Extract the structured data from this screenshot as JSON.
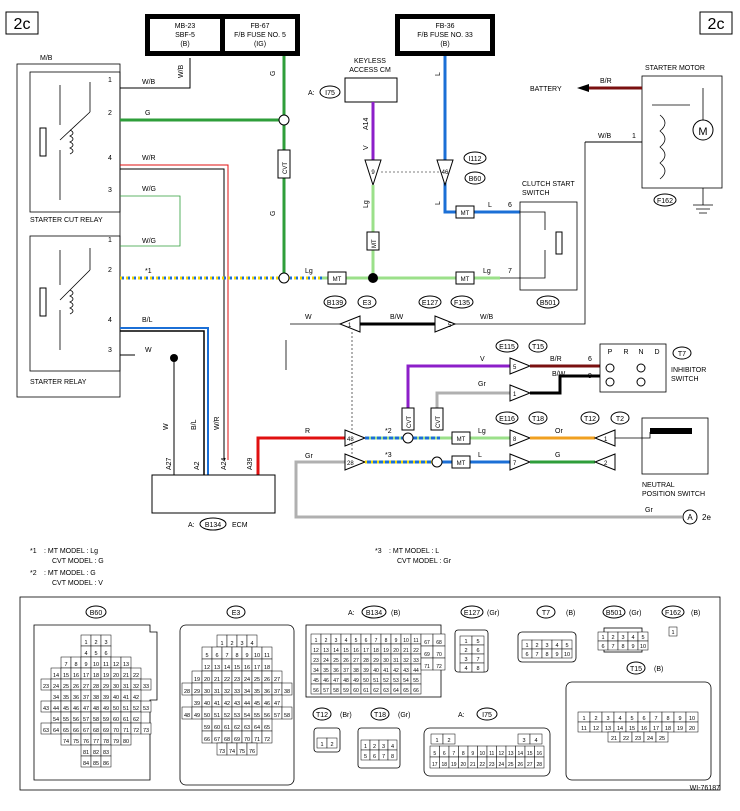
{
  "page": {
    "tag_left": "2c",
    "tag_right": "2c",
    "ref_code": "WI-76187"
  },
  "colors": {
    "green": "#2e9e3a",
    "blue": "#1b6fd6",
    "violet": "#8c1fc9",
    "light_green": "#9be08a",
    "red": "#e01010",
    "orange": "#f0a020",
    "gray": "#b0b0b0",
    "dark_red": "#7a1010",
    "yellow": "#f2d600"
  },
  "fuses": {
    "mb23": {
      "line1": "MB-23",
      "line2": "SBF-5",
      "line3": "(B)"
    },
    "fb67": {
      "line1": "FB-67",
      "line2": "F/B FUSE NO. 5",
      "line3": "(IG)"
    },
    "fb36": {
      "line1": "FB-36",
      "line2": "F/B FUSE NO. 33",
      "line3": "(B)"
    }
  },
  "components": {
    "mb": "M/B",
    "starter_cut_relay": "STARTER CUT RELAY",
    "starter_relay": "STARTER RELAY",
    "keyless_line1": "KEYLESS",
    "keyless_line2": "ACCESS CM",
    "clutch_line1": "CLUTCH START",
    "clutch_line2": "SWITCH",
    "starter_motor": "STARTER MOTOR",
    "battery": "BATTERY",
    "inhibitor_line1": "INHIBITOR",
    "inhibitor_line2": "SWITCH",
    "neutral_line1": "NEUTRAL",
    "neutral_line2": "POSITION SWITCH",
    "ecm": "ECM",
    "motor_symbol": "M"
  },
  "connectors": {
    "i75_prefix": "A:",
    "i75": "I75",
    "i112": "I112",
    "b60": "B60",
    "b501": "B501",
    "f162": "F162",
    "b139": "B139",
    "e3": "E3",
    "e127": "E127",
    "f135": "F135",
    "e115": "E115",
    "t15": "T15",
    "t7": "T7",
    "e116": "E116",
    "t18": "T18",
    "t12": "T12",
    "t2": "T2",
    "b134_prefix": "A:",
    "b134": "B134",
    "ecm_suffix": "ECM",
    "a_circle": "A",
    "a_suffix": "2e"
  },
  "wire_labels": {
    "wb": "W/B",
    "g": "G",
    "wr": "W/R",
    "wg": "W/G",
    "bl": "B/L",
    "w": "W",
    "lg": "Lg",
    "l": "L",
    "v": "V",
    "br": "B/R",
    "bw": "B/W",
    "gr": "Gr",
    "r": "R",
    "or": "Or",
    "mt": "MT",
    "cvt": "CVT",
    "a14": "A14",
    "a27": "A27",
    "a2": "A2",
    "a24": "A24",
    "a39": "A39",
    "star1": "*1",
    "star2": "*2",
    "star3": "*3"
  },
  "pins": {
    "mb1": "1",
    "mb2": "2",
    "mb4": "4",
    "mb3": "3",
    "sr1": "1",
    "sr2": "2",
    "sr4": "4",
    "sr3": "3",
    "p9": "9",
    "p46": "46",
    "c6": "6",
    "c7": "7",
    "e3_1": "1",
    "e3_5": "5",
    "t15_5": "5",
    "t15_1": "1",
    "t15_8": "8",
    "t15_7": "7",
    "t7_6": "6",
    "t7_9": "9",
    "e116_48": "48",
    "e116_28": "28",
    "t12_1": "1",
    "t12_2": "2",
    "sm1": "1"
  },
  "inhibitor_positions": [
    "P",
    "R",
    "N",
    "D"
  ],
  "notes": [
    {
      "mark": "*1",
      "line1": ": MT MODEL : Lg",
      "line2": "CVT MODEL : G"
    },
    {
      "mark": "*2",
      "line1": ": MT MODEL : G",
      "line2": "CVT MODEL : V"
    },
    {
      "mark": "*3",
      "line1": ": MT MODEL : L",
      "line2": "CVT MODEL : Gr"
    }
  ],
  "legend_titles": {
    "b60": "B60",
    "e3": "E3",
    "b134_prefix": "A:",
    "b134": "B134",
    "b134_suffix": "(B)",
    "e127": "E127",
    "e127_suffix": "(Gr)",
    "t7": "T7",
    "t7_suffix": "(B)",
    "b501": "B501",
    "b501_suffix": "(Gr)",
    "f162": "F162",
    "f162_suffix": "(B)",
    "t15": "T15",
    "t15_suffix": "(B)",
    "t12": "T12",
    "t12_suffix": "(Br)",
    "t18": "T18",
    "t18_suffix": "(Gr)",
    "i75_prefix": "A:",
    "i75": "I75"
  },
  "b60_rows": [
    [
      "1",
      "2",
      "3"
    ],
    [
      "4",
      "5",
      "6"
    ],
    [
      "7",
      "8",
      "9",
      "10",
      "11",
      "12",
      "13"
    ],
    [
      "14",
      "15",
      "16",
      "17",
      "18",
      "19",
      "20",
      "21",
      "22"
    ],
    [
      "23",
      "24",
      "25",
      "26",
      "27",
      "28",
      "29",
      "30",
      "31",
      "32",
      "33"
    ],
    [
      "34",
      "35",
      "36",
      "37",
      "38",
      "39",
      "40",
      "41",
      "42"
    ],
    [
      "43",
      "44",
      "45",
      "46",
      "47",
      "48",
      "49",
      "50",
      "51",
      "52",
      "53"
    ],
    [
      "54",
      "55",
      "56",
      "57",
      "58",
      "59",
      "60",
      "61",
      "62"
    ],
    [
      "63",
      "64",
      "65",
      "66",
      "67",
      "68",
      "69",
      "70",
      "71",
      "72",
      "73"
    ],
    [
      "74",
      "75",
      "76",
      "77",
      "78",
      "79",
      "80"
    ],
    [
      "81",
      "82",
      "83"
    ],
    [
      "84",
      "85",
      "86"
    ]
  ],
  "e3_rows": [
    [
      "1",
      "2",
      "3",
      "4"
    ],
    [
      "5",
      "6",
      "7",
      "8",
      "9",
      "10",
      "11"
    ],
    [
      "12",
      "13",
      "14",
      "15",
      "16",
      "17",
      "18"
    ],
    [
      "19",
      "20",
      "21",
      "22",
      "23",
      "24",
      "25",
      "26",
      "27"
    ],
    [
      "28",
      "29",
      "30",
      "31",
      "32",
      "33",
      "34",
      "35",
      "36",
      "37",
      "38"
    ],
    [
      "39",
      "40",
      "41",
      "42",
      "43",
      "44",
      "45",
      "46",
      "47"
    ],
    [
      "48",
      "49",
      "50",
      "51",
      "52",
      "53",
      "54",
      "55",
      "56",
      "57",
      "58"
    ],
    [
      "59",
      "60",
      "61",
      "62",
      "63",
      "64",
      "65"
    ],
    [
      "66",
      "67",
      "68",
      "69",
      "70",
      "71",
      "72"
    ],
    [
      "73",
      "74",
      "75",
      "76"
    ]
  ],
  "b134_rows": [
    [
      "1",
      "2",
      "3",
      "4",
      "5",
      "6",
      "7",
      "8",
      "9",
      "10",
      "11"
    ],
    [
      "12",
      "13",
      "14",
      "15",
      "16",
      "17",
      "18",
      "19",
      "20",
      "21",
      "22"
    ],
    [
      "23",
      "24",
      "25",
      "26",
      "27",
      "28",
      "29",
      "30",
      "31",
      "32",
      "33"
    ],
    [
      "34",
      "35",
      "36",
      "37",
      "38",
      "39",
      "40",
      "41",
      "42",
      "43",
      "44"
    ],
    [
      "45",
      "46",
      "47",
      "48",
      "49",
      "50",
      "51",
      "52",
      "53",
      "54",
      "55"
    ],
    [
      "56",
      "57",
      "58",
      "59",
      "60",
      "61",
      "62",
      "63",
      "64",
      "65",
      "66"
    ]
  ],
  "b134_side": [
    [
      "67",
      "68"
    ],
    [
      "69",
      "70"
    ],
    [
      "71",
      "72"
    ]
  ],
  "e127_rows": [
    [
      "1",
      "5"
    ],
    [
      "2",
      "6"
    ],
    [
      "3",
      "7"
    ],
    [
      "4",
      "8"
    ]
  ],
  "t7_rows": [
    [
      "1",
      "2",
      "3",
      "4",
      "5"
    ],
    [
      "6",
      "7",
      "8",
      "9",
      "10"
    ]
  ],
  "b501_rows": [
    [
      "1",
      "2",
      "3",
      "4",
      "5"
    ],
    [
      "6",
      "7",
      "8",
      "9",
      "10"
    ]
  ],
  "f162_pins": [
    "1"
  ],
  "t15_rows": [
    [
      "1",
      "2",
      "3",
      "4",
      "5",
      "6",
      "7",
      "8",
      "9",
      "10"
    ],
    [
      "11",
      "12",
      "13",
      "14",
      "15",
      "16",
      "17",
      "18",
      "19",
      "20"
    ],
    [
      "21",
      "22",
      "23",
      "24",
      "25"
    ]
  ],
  "t12_rows": [
    [
      "1",
      "2"
    ]
  ],
  "t18_rows": [
    [
      "1",
      "2",
      "3",
      "4"
    ],
    [
      "5",
      "6",
      "7",
      "8"
    ]
  ],
  "i75_rows": [
    [
      "1",
      "2"
    ],
    [
      "3",
      "4"
    ],
    [
      "5",
      "6",
      "7",
      "8",
      "9",
      "10",
      "11",
      "12",
      "13",
      "14",
      "15",
      "16"
    ],
    [
      "17",
      "18",
      "19",
      "20",
      "21",
      "22",
      "23",
      "24",
      "25",
      "26",
      "27",
      "28"
    ]
  ]
}
